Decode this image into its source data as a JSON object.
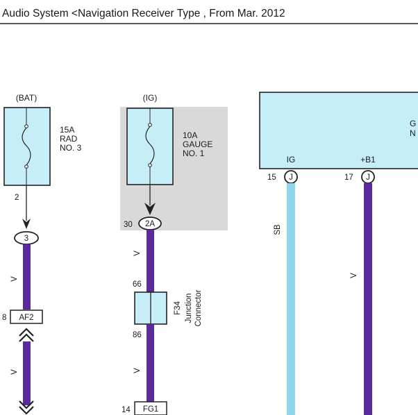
{
  "title": "Audio System <Navigation Receiver Type , From Mar. 2012",
  "colors": {
    "wire_violet": "#5b2a9c",
    "wire_sky_blue": "#8fd8ee",
    "component_fill": "#c6eef8",
    "ig_shade": "#d9d9d9",
    "line": "#222222"
  },
  "fuses": [
    {
      "source": "(BAT)",
      "rating": "15A",
      "name_line1": "RAD",
      "name_line2": "NO. 3",
      "out_pin": "2"
    },
    {
      "source": "(IG)",
      "rating": "10A",
      "name_line1": "GAUGE",
      "name_line2": "NO. 1",
      "out_pin": "30"
    }
  ],
  "connectors": {
    "oval_3": "3",
    "oval_2a": "2A",
    "af2": {
      "pin": "8",
      "id": "AF2"
    },
    "fg1": {
      "pin": "14",
      "id": "FG1"
    },
    "junction": {
      "id": "F34",
      "name_line1": "Junction",
      "name_line2": "Connector",
      "pin_top": "66",
      "pin_bottom": "86"
    }
  },
  "wire_codes": {
    "violet": "V",
    "sky_blue": "SB"
  },
  "receiver": {
    "name_partial_1": "G",
    "name_partial_2": "N",
    "terminals": [
      {
        "name": "IG",
        "pin": "15",
        "connector": "J"
      },
      {
        "name": "+B1",
        "pin": "17",
        "connector": "J"
      }
    ]
  }
}
